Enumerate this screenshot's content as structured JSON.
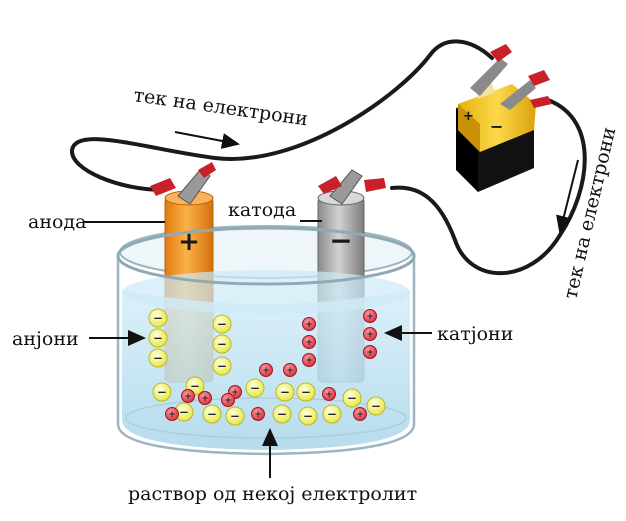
{
  "labels": {
    "electron_flow_top": "тек на електрони",
    "electron_flow_right": "тек на електрони",
    "anode": "анода",
    "cathode": "катода",
    "anions": "анјони",
    "cations": "катјони",
    "electrolyte": "раствор од некој електролит"
  },
  "electrodes": {
    "anode_sign": "+",
    "cathode_sign": "−"
  },
  "battery": {
    "plus_sign": "+",
    "minus_sign": "−"
  },
  "ions": {
    "anion_sign": "−",
    "cation_sign": "+"
  },
  "colors": {
    "anode": "#f3901c",
    "cathode": "#a9a9a9",
    "battery_gold": "#f2c21a",
    "battery_black": "#111111",
    "anion": "#f2f25a",
    "cation": "#e83a44",
    "clip_red": "#c9202a",
    "solution": "#bfe3f2",
    "wire": "#1a1a1a"
  }
}
